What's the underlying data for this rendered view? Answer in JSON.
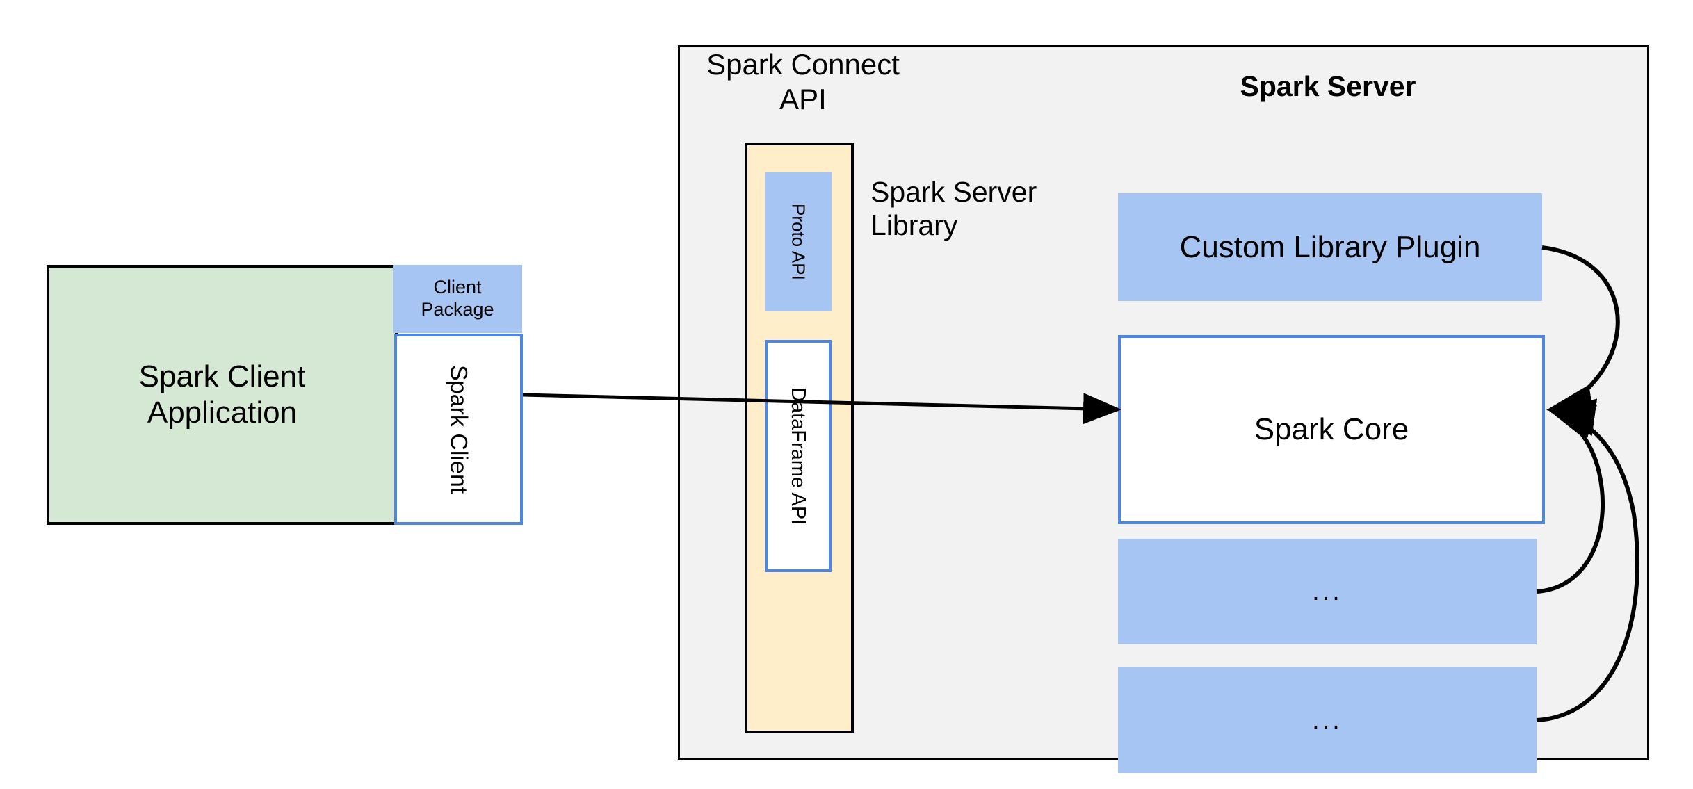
{
  "diagram": {
    "title": "Spark Connect architecture",
    "colors": {
      "client_app_fill": "#d5e8d4",
      "blue_fill": "#a7c5f2",
      "blue_stroke": "#4f87e0",
      "yellow_fill": "#ffeec9",
      "container_fill": "#f2f2f2",
      "white_fill": "#ffffff",
      "stroke": "#000000"
    }
  },
  "client": {
    "application_label": "Spark Client\nApplication",
    "package_label": "Client\nPackage",
    "client_label": "Spark Client"
  },
  "server": {
    "container_title": "Spark Server",
    "connect_api_title": "Spark Connect\nAPI",
    "server_library_label": "Spark Server\nLibrary",
    "connect_column": {
      "proto_api_label": "Proto API",
      "dataframe_api_label": "DataFrame API"
    },
    "stack": [
      {
        "label": "Custom Library Plugin",
        "kind": "plugin"
      },
      {
        "label": "Spark Core",
        "kind": "core"
      },
      {
        "label": "...",
        "kind": "placeholder"
      },
      {
        "label": "...",
        "kind": "placeholder"
      }
    ]
  },
  "edges": [
    {
      "name": "client-to-core",
      "from": "Spark Client",
      "to": "Spark Core",
      "style": "straight-arrow"
    },
    {
      "name": "plugin-to-core",
      "from": "Custom Library Plugin",
      "to": "Spark Core",
      "style": "curved-arrow"
    },
    {
      "name": "placeholder1-to-core",
      "from": "...",
      "to": "Spark Core",
      "style": "curved-arrow"
    },
    {
      "name": "placeholder2-to-core",
      "from": "...",
      "to": "Spark Core",
      "style": "curved-arrow"
    }
  ]
}
